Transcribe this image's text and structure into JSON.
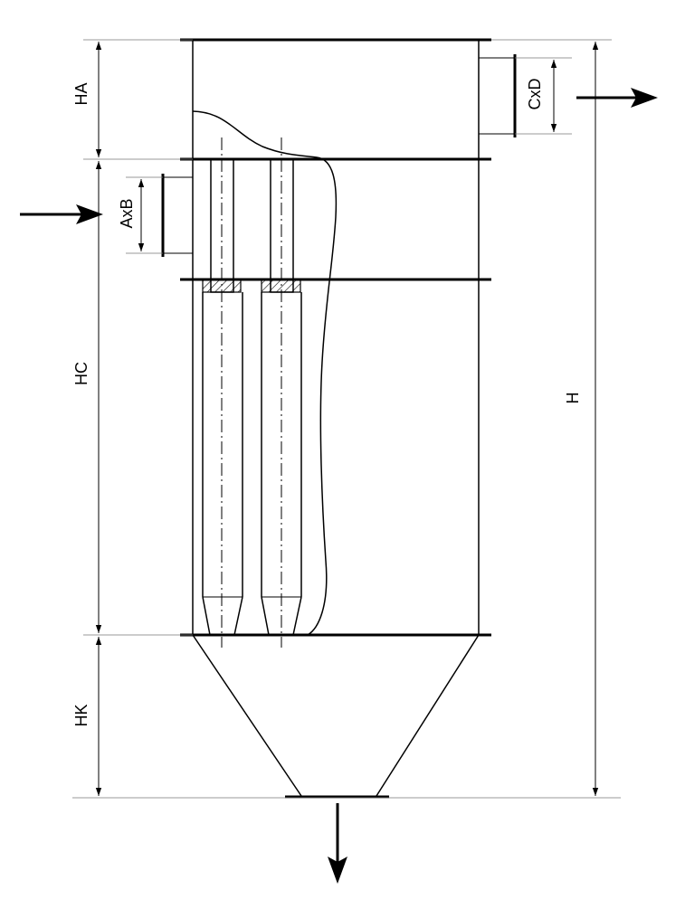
{
  "labels": {
    "inlet_size": "AxB",
    "outlet_size": "CxD",
    "height_top": "HA",
    "height_cyclones": "HC",
    "height_cone": "HK",
    "height_total": "H"
  }
}
